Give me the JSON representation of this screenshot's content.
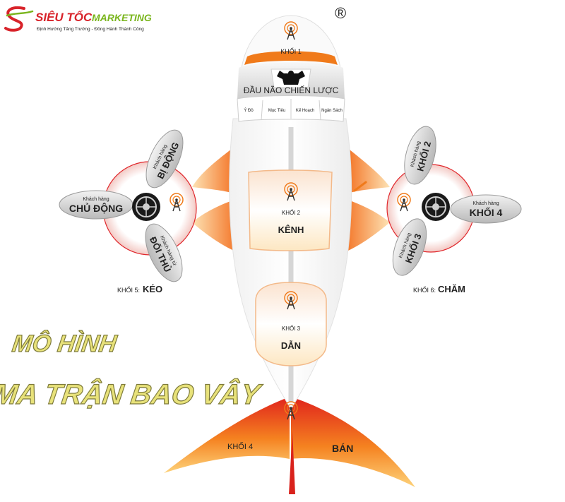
{
  "logo": {
    "brand_prefix": "SIÊU TỐC",
    "brand_suffix": "MARKETING",
    "tagline": "Định Hướng Tăng Trưởng - Đồng Hành Thành Công",
    "registered": "®"
  },
  "head": {
    "block_label": "KHỐI 1",
    "title": "ĐẦU NÃO CHIẾN LƯỢC",
    "segments": [
      "Ý Đồ",
      "Mục Tiêu",
      "Kế Hoạch",
      "Ngân Sách"
    ]
  },
  "body_blocks": {
    "block2_label": "KHỐI 2",
    "block2_title": "KÊNH",
    "block3_label": "KHỐI 3",
    "block3_title": "DẪN"
  },
  "left_propeller": {
    "top_small": "Khách hàng",
    "top_big": "BỊ ĐỘNG",
    "mid_small": "Khách hàng",
    "mid_big": "CHỦ ĐỘNG",
    "bot_small": "Khách hàng từ",
    "bot_big": "ĐỐI THỦ",
    "caption_small": "KHỐI 5:",
    "caption_big": "KÉO"
  },
  "right_propeller": {
    "top_small": "Khách hàng",
    "top_big": "KHỐI 2",
    "mid_small": "Khách hàng",
    "mid_big": "KHỐI 4",
    "bot_small": "Khách hàng",
    "bot_big": "KHỐI 3",
    "caption_small": "KHỐI 6:",
    "caption_big": "CHĂM"
  },
  "model_title": {
    "line1": "MÔ HÌNH",
    "line2": "MA TRẬN BAO VÂY"
  },
  "tail": {
    "left_label": "KHỐI 4",
    "right_label": "BÁN"
  },
  "colors": {
    "orange": "#f07a1a",
    "orange_light": "#fbb03b",
    "red": "#d9221c",
    "gray_dark": "#8a8a8a",
    "gray_light": "#e6e6e6",
    "logo_red": "#d8232a",
    "logo_green": "#7ab51d",
    "title_yellow": "#e8e27a"
  }
}
